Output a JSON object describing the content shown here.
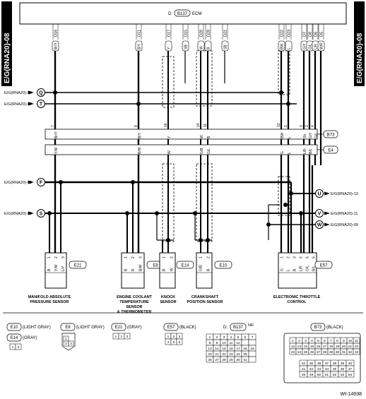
{
  "page_code": "E/G(RNA20)-08",
  "ecm": {
    "label_prefix": "D:",
    "connector": "B137",
    "label_suffix": "ECM"
  },
  "ecm_pins": [
    "D16",
    "D11",
    "D17",
    "D15",
    "D20",
    "D28",
    "D21",
    "D22",
    "D23",
    "D7",
    "D8",
    "D6",
    "D5"
  ],
  "ecm_pin_wires": [
    "Br/Y",
    "B/Y",
    "Y",
    "SB",
    "W",
    "B",
    "SB",
    "BW",
    "L",
    "G/Y",
    "G/L",
    "L/R",
    "W/R"
  ],
  "refs": [
    {
      "code": "E/G(RNA20)-06",
      "letter": "Q"
    },
    {
      "code": "E/G(RNA20)-07",
      "letter": "T"
    },
    {
      "code": "E/G(RNA20)-02",
      "letter": "F"
    },
    {
      "code": "E/G(RNA20)-06",
      "letter": "S"
    }
  ],
  "refs_right": [
    {
      "code": "E/G(RNA20)-13",
      "letter": "U"
    },
    {
      "code": "E/G(RNA20)-11",
      "letter": "V"
    },
    {
      "code": "E/G(RNA20)-09",
      "letter": "W"
    }
  ],
  "joint_connectors": [
    "B73",
    "E4"
  ],
  "b73_pins": [
    "7",
    "8",
    "16",
    "14",
    "11",
    "12",
    "1",
    "3",
    "2",
    "4"
  ],
  "b73_pin_wires": [
    "Br/Y",
    "B/Y",
    "Y",
    "W",
    "B",
    "BW",
    "L",
    "Sb",
    "G/Y",
    "G/L"
  ],
  "e4_pin_wires": [
    "Y/W",
    "B/W",
    "W",
    "G/B",
    "G/L",
    "G",
    "L",
    "L/R",
    "B/L"
  ],
  "components": [
    {
      "id": "E21",
      "name": "MANIFOLD ABSOLUTE PRESSURE SENSOR",
      "pins": [
        "1",
        "2",
        "3"
      ],
      "wires": [
        "B",
        "Y/W",
        "L/Y"
      ]
    },
    {
      "id": "E8",
      "name": "ENGINE COOLANT TEMPERATURE SENSOR & THERMOMETER",
      "pins": [
        "1",
        "2",
        "3"
      ],
      "wires": [
        "B",
        "R",
        "B/W"
      ]
    },
    {
      "id": "E14",
      "name": "KNOCK SENSOR",
      "pins": [
        "1",
        "2"
      ],
      "wires": [
        "B",
        "W"
      ]
    },
    {
      "id": "E10",
      "name": "CRANKSHAFT POSITION SENSOR",
      "pins": [
        "1",
        "2"
      ],
      "wires": [
        "G/B",
        "B"
      ]
    },
    {
      "id": "E57",
      "name": "ELECTRONIC THROTTLE CONTROL",
      "pins": [
        "1",
        "2",
        "3",
        "4",
        "5",
        "6"
      ],
      "wires": [
        "G",
        "L",
        "B",
        "L/R",
        "G/L",
        "B/L"
      ]
    }
  ],
  "legend": {
    "e10": {
      "id": "E10",
      "color": "(LIGHT GRAY)",
      "pins": [
        "1",
        "2"
      ]
    },
    "e14": {
      "id": "E14",
      "color": "(GRAY)",
      "pins": [
        "1",
        "2"
      ]
    },
    "e8": {
      "id": "E8",
      "color": "(LIGHT GRAY)",
      "pins": [
        "1",
        "2",
        "3"
      ]
    },
    "e21": {
      "id": "E21",
      "color": "(GRAY)",
      "pins": [
        "1",
        "2",
        "3"
      ]
    },
    "e57": {
      "id": "E57",
      "color": "(BLACK)",
      "pins": [
        "1",
        "2",
        "3",
        "4",
        "5",
        "6"
      ]
    },
    "b137": {
      "prefix": "D:",
      "id": "B137",
      "suffix": "NR"
    },
    "b137_pins": [
      "1",
      "2",
      "3",
      "4",
      "5",
      "6",
      "7",
      "8",
      "9",
      "10",
      "11",
      "12",
      "13",
      "14",
      "15",
      "16",
      "17",
      "18",
      "19",
      "20",
      "21",
      "22",
      "23",
      "24",
      "25",
      "26",
      "27",
      "28",
      "29",
      "30",
      "31"
    ],
    "b73": {
      "id": "B73",
      "color": "(BLACK)"
    },
    "b73_pins": [
      "1",
      "2",
      "3",
      "4",
      "5",
      "6",
      "7",
      "8",
      "9",
      "10",
      "11",
      "12",
      "13",
      "14",
      "15",
      "16",
      "17",
      "18",
      "19",
      "20",
      "21",
      "22",
      "23",
      "24",
      "25",
      "26",
      "27",
      "28",
      "29",
      "30",
      "31",
      "32",
      "33",
      "34",
      "35",
      "36",
      "37",
      "38",
      "39",
      "40",
      "41",
      "42",
      "43",
      "44",
      "45",
      "46",
      "47",
      "48",
      "49",
      "50",
      "51",
      "52",
      "53",
      "54"
    ]
  },
  "figure_id": "WI-14938"
}
